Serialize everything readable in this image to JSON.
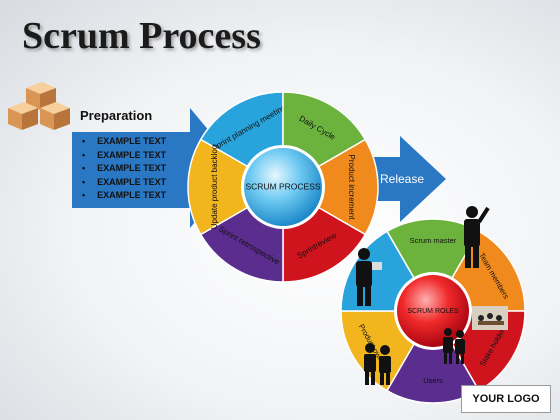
{
  "title": "Scrum Process",
  "preparation": {
    "heading": "Preparation",
    "items": [
      "EXAMPLE TEXT",
      "EXAMPLE TEXT",
      "EXAMPLE TEXT",
      "EXAMPLE TEXT",
      "EXAMPLE TEXT"
    ]
  },
  "release_label": "Release",
  "process_wheel": {
    "center_label": "SCRUM PROCESS",
    "segments": [
      {
        "label": "Sprint planning meeting",
        "color": "#29a3dc"
      },
      {
        "label": "Daily Cycle",
        "color": "#6cb33e"
      },
      {
        "label": "Product increment",
        "color": "#f08a1c"
      },
      {
        "label": "Sprintreview",
        "color": "#d0141e"
      },
      {
        "label": "Sprint retrospective",
        "color": "#5a2d8e"
      },
      {
        "label": "Update product backlog",
        "color": "#f2b51d"
      }
    ]
  },
  "roles_wheel": {
    "center_label": "SCRUM ROLES",
    "segments": [
      {
        "label": "Scrum master",
        "color": "#6cb33e"
      },
      {
        "label": "Team members",
        "color": "#f08a1c"
      },
      {
        "label": "Stake holders",
        "color": "#d0141e"
      },
      {
        "label": "Users",
        "color": "#5a2d8e"
      },
      {
        "label": "Product owner",
        "color": "#f2b51d"
      },
      {
        "label": "",
        "color": "#29a3dc"
      }
    ]
  },
  "logo_text": "YOUR LOGO",
  "colors": {
    "arrow": "#2a78c4",
    "center_blue": "#3ab4e8",
    "center_red": "#e0102a"
  }
}
